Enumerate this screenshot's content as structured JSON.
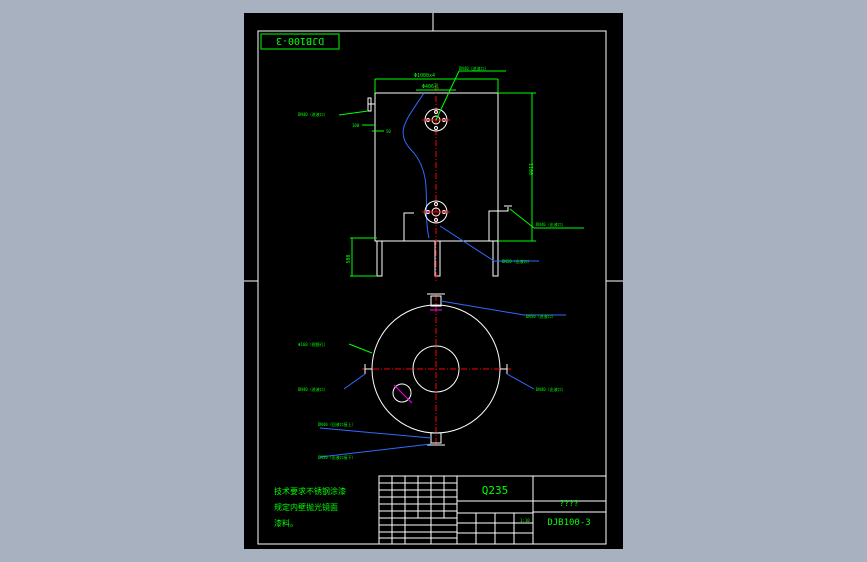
{
  "title_block": {
    "stamp": "DJB100-3",
    "material": "Q235",
    "drawing_name": "????",
    "drawing_no": "DJB100-3",
    "scale": "1:10",
    "notes": [
      "技术要求不锈钢涂漆",
      "规定内壁抛光镜面",
      "漆料。"
    ]
  },
  "front_view": {
    "dim_diameter": "Φ1000x4",
    "dim_pipe": "Φ406孔",
    "dim_100": "100",
    "dim_50": "50",
    "dim_height": "1100",
    "dim_leg": "500",
    "label_top_nozzle": "DN40（进液口）",
    "label_left_nozzle": "DN40（进液口）",
    "label_right_nozzle": "DN40（出液口）",
    "label_bottom_nozzle": "DN50（出液口）"
  },
  "top_view": {
    "label_manhole": "DN50（进液口）",
    "label_sight": "Φ160（视镜孔）",
    "label_left": "DN40（进液口）",
    "label_right": "DN40（出液口）",
    "label_drain_top": "DN40（回液口接上）",
    "label_drain_bottom": "DN50（出液口接下）"
  },
  "colors": {
    "background": "#a8b1bf",
    "sheet": "#000000",
    "line_white": "#ffffff",
    "line_green": "#00ff00",
    "line_blue": "#2f6bff",
    "line_red": "#ff0000",
    "line_magenta": "#ff00ff",
    "line_cyan": "#00ffff"
  }
}
